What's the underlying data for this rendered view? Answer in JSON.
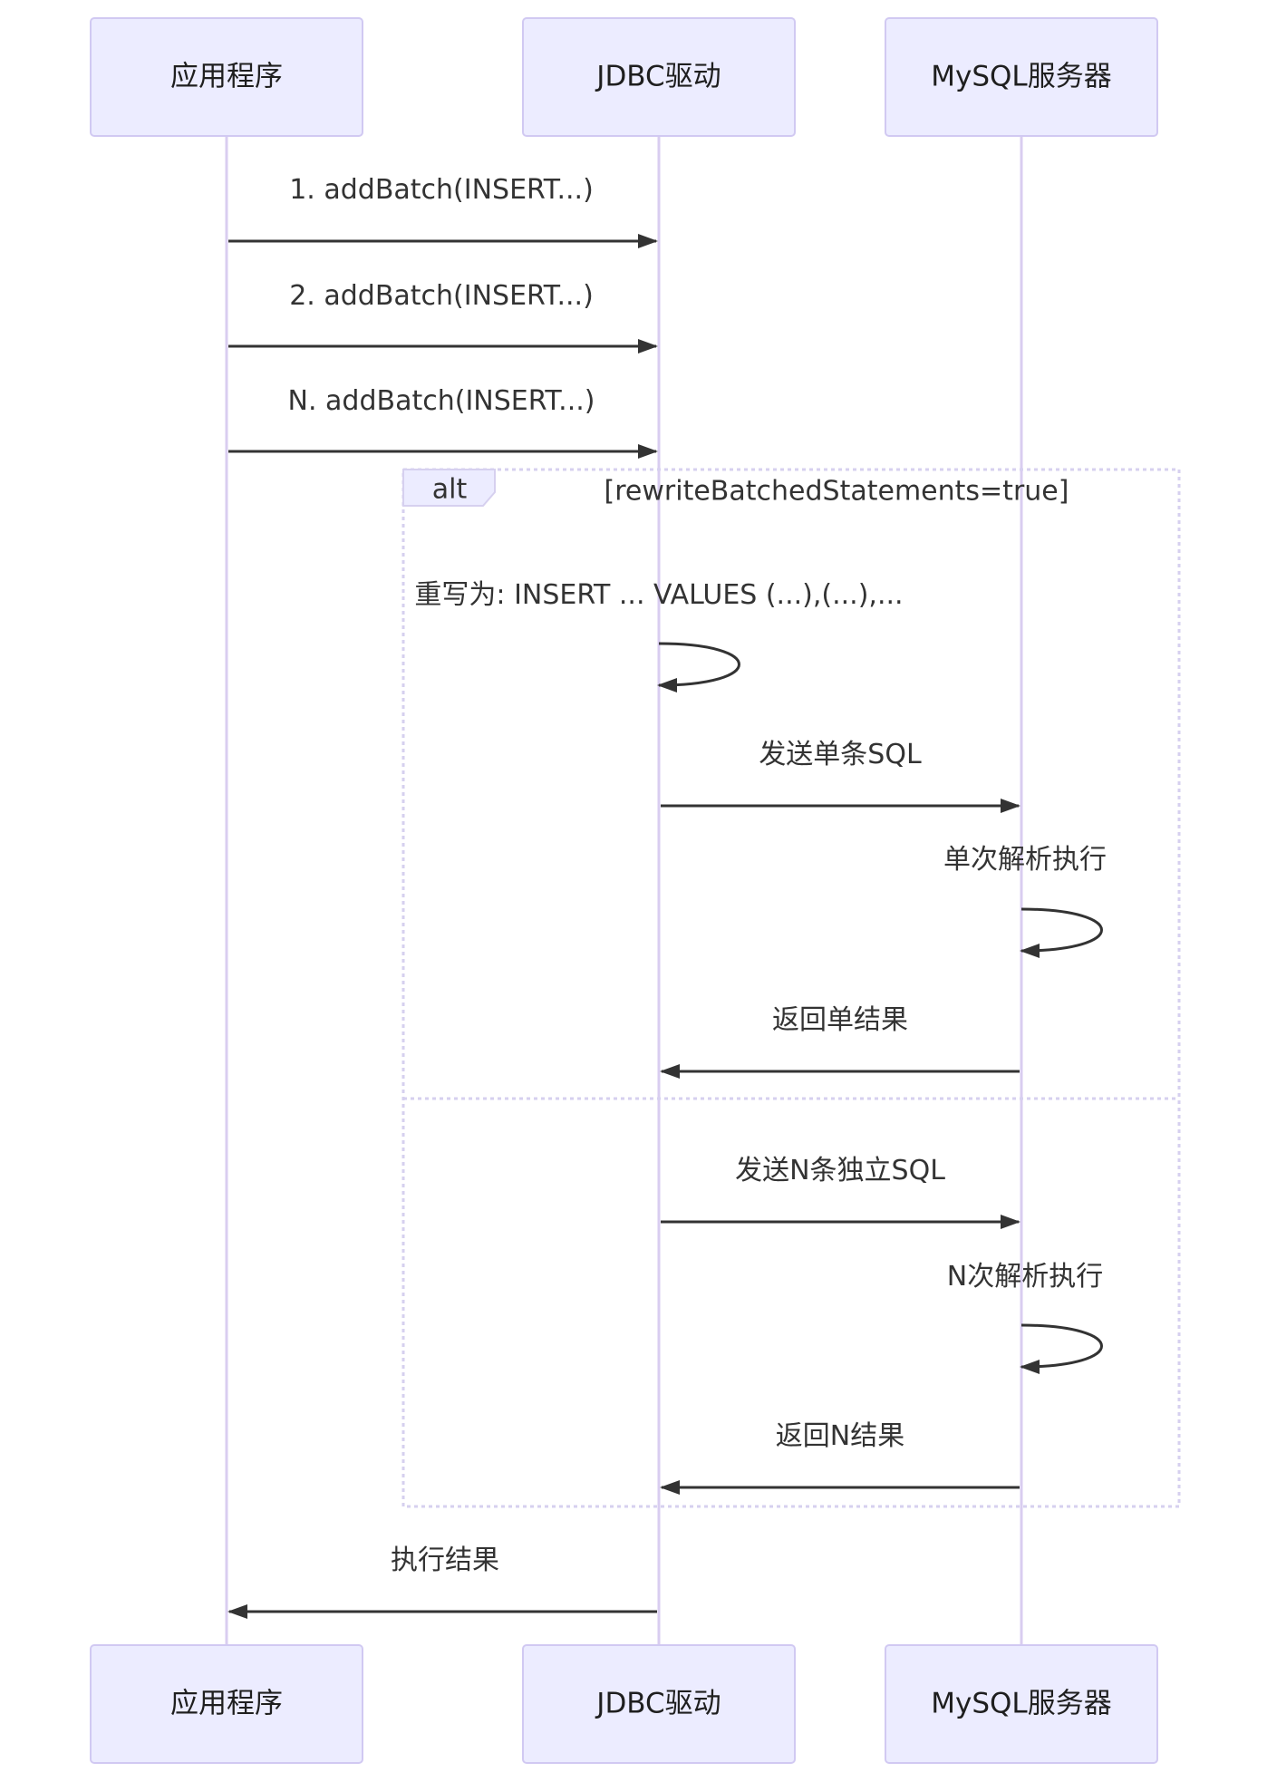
{
  "participants": [
    {
      "id": "app",
      "label": "应用程序"
    },
    {
      "id": "jdbc",
      "label": "JDBC驱动"
    },
    {
      "id": "mysql",
      "label": "MySQL服务器"
    }
  ],
  "messages": [
    {
      "from": "app",
      "to": "jdbc",
      "label": "1. addBatch(INSERT...)"
    },
    {
      "from": "app",
      "to": "jdbc",
      "label": "2. addBatch(INSERT...)"
    },
    {
      "from": "app",
      "to": "jdbc",
      "label": "N. addBatch(INSERT...)"
    },
    {
      "from": "jdbc",
      "to": "jdbc",
      "label": "重写为: INSERT ... VALUES (...),(...),..."
    },
    {
      "from": "jdbc",
      "to": "mysql",
      "label": "发送单条SQL"
    },
    {
      "from": "mysql",
      "to": "mysql",
      "label": "单次解析执行"
    },
    {
      "from": "mysql",
      "to": "jdbc",
      "label": "返回单结果"
    },
    {
      "from": "jdbc",
      "to": "mysql",
      "label": "发送N条独立SQL"
    },
    {
      "from": "mysql",
      "to": "mysql",
      "label": "N次解析执行"
    },
    {
      "from": "mysql",
      "to": "jdbc",
      "label": "返回N结果"
    },
    {
      "from": "jdbc",
      "to": "app",
      "label": "执行结果"
    }
  ],
  "alt_frame": {
    "label": "alt",
    "condition": "[rewriteBatchedStatements=true]"
  },
  "colors": {
    "actor_fill": "#ececff",
    "actor_stroke": "#d1c9f2",
    "lifeline": "#d9cdf0",
    "arrow": "#333333",
    "frame": "#d6d0ef"
  }
}
